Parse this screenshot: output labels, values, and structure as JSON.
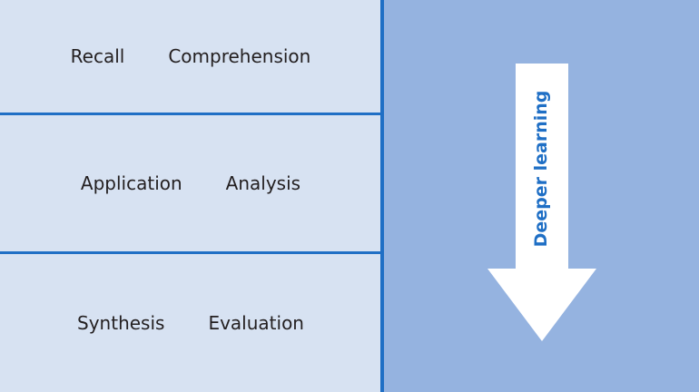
{
  "levels": [
    {
      "items": [
        "Recall",
        "Comprehension"
      ]
    },
    {
      "items": [
        "Application",
        "Analysis"
      ]
    },
    {
      "items": [
        "Synthesis",
        "Evaluation"
      ]
    }
  ],
  "arrow": {
    "label": "Deeper learning",
    "direction": "down"
  },
  "colors": {
    "left_background": "#d7e2f2",
    "right_background": "#95b3e0",
    "divider": "#1f6fc5",
    "arrow_fill": "#ffffff",
    "arrow_text": "#1f6fc5"
  }
}
